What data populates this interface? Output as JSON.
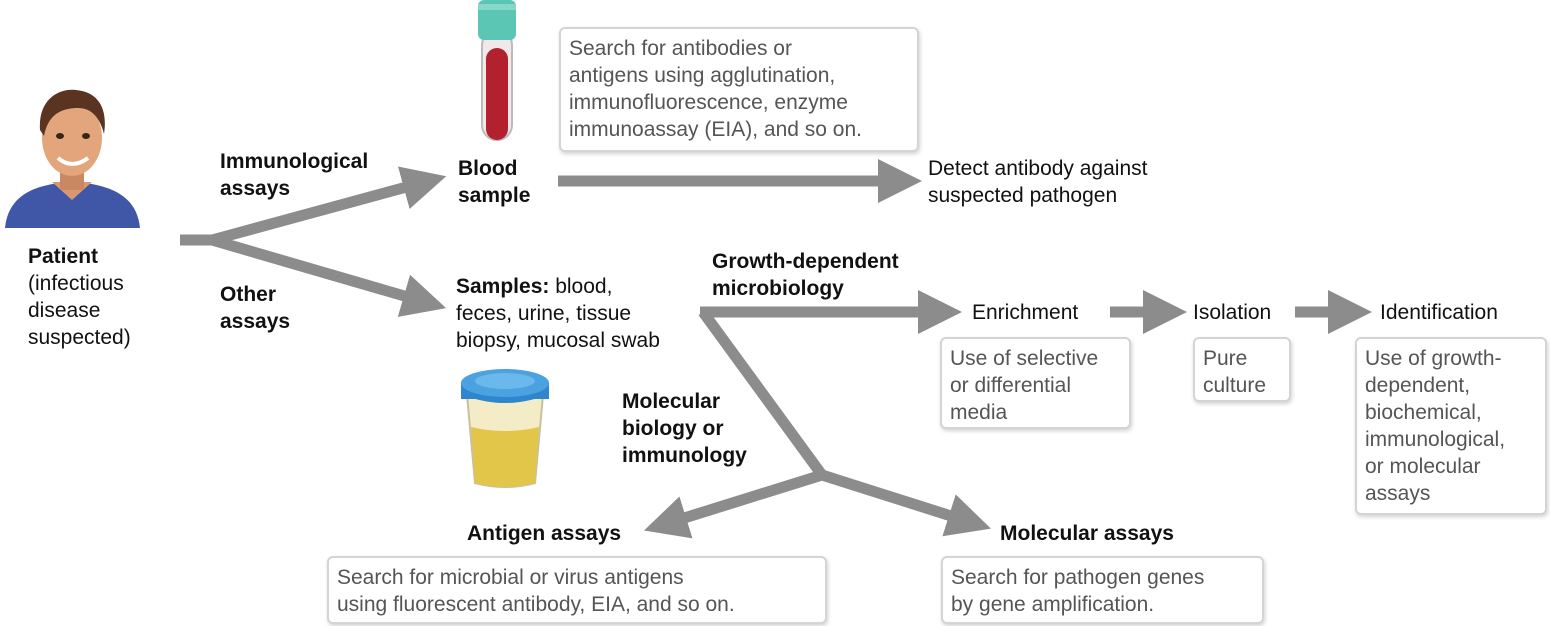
{
  "patient": {
    "title": "Patient",
    "subtitle": "(infectious\ndisease\nsuspected)"
  },
  "branches": {
    "immunological": "Immunological\nassays",
    "other": "Other\nassays",
    "growth_dependent": "Growth-dependent\nmicrobiology",
    "molecular_biology": "Molecular\nbiology or\nimmunology"
  },
  "blood_sample": {
    "label": "Blood\nsample",
    "note": "Search for antibodies or\nantigens using agglutination,\nimmunofluorescence, enzyme\nimmunoassay (EIA), and so on.",
    "result": "Detect antibody against\nsuspected pathogen"
  },
  "samples": {
    "heading": "Samples:",
    "list": " blood,\nfeces, urine, tissue\nbiopsy, mucosal swab"
  },
  "steps": [
    {
      "label": "Enrichment",
      "note": "Use of selective\nor differential\nmedia"
    },
    {
      "label": "Isolation",
      "note": "Pure\nculture"
    },
    {
      "label": "Identification",
      "note": "Use of growth-\ndependent,\nbiochemical,\nimmunological,\nor molecular\nassays"
    }
  ],
  "antigen_assays": {
    "label": "Antigen assays",
    "note": "Search for microbial or virus antigens\nusing fluorescent antibody, EIA, and so on."
  },
  "molecular_assays": {
    "label": "Molecular assays",
    "note": "Search for pathogen genes\nby gene amplification."
  },
  "colors": {
    "arrow": "#8c8c8c",
    "box_border": "#d4d4d4",
    "note_text": "#555555",
    "tube_cap": "#5cc6b4",
    "blood": "#b3202e",
    "cup_lid": "#2f86cc",
    "urine": "#e2c64a"
  }
}
